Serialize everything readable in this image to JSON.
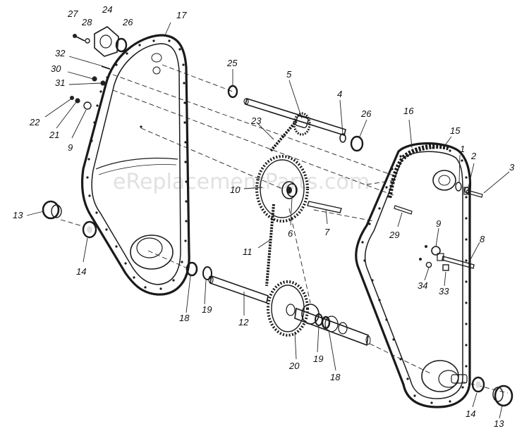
{
  "watermark": "eReplacementParts.com",
  "callouts": [
    {
      "id": "c27",
      "text": "27"
    },
    {
      "id": "c28",
      "text": "28"
    },
    {
      "id": "c24",
      "text": "24"
    },
    {
      "id": "c26a",
      "text": "26"
    },
    {
      "id": "c17",
      "text": "17"
    },
    {
      "id": "c32",
      "text": "32"
    },
    {
      "id": "c30",
      "text": "30"
    },
    {
      "id": "c31",
      "text": "31"
    },
    {
      "id": "c22",
      "text": "22"
    },
    {
      "id": "c21",
      "text": "21"
    },
    {
      "id": "c9a",
      "text": "9"
    },
    {
      "id": "c25",
      "text": "25"
    },
    {
      "id": "c5",
      "text": "5"
    },
    {
      "id": "c4",
      "text": "4"
    },
    {
      "id": "c26b",
      "text": "26"
    },
    {
      "id": "c16",
      "text": "16"
    },
    {
      "id": "c23",
      "text": "23"
    },
    {
      "id": "c15",
      "text": "15"
    },
    {
      "id": "c1",
      "text": "1"
    },
    {
      "id": "c2",
      "text": "2"
    },
    {
      "id": "c3",
      "text": "3"
    },
    {
      "id": "c10",
      "text": "10"
    },
    {
      "id": "c13a",
      "text": "13"
    },
    {
      "id": "c14a",
      "text": "14"
    },
    {
      "id": "c6",
      "text": "6"
    },
    {
      "id": "c7",
      "text": "7"
    },
    {
      "id": "c29",
      "text": "29"
    },
    {
      "id": "c9b",
      "text": "9"
    },
    {
      "id": "c8",
      "text": "8"
    },
    {
      "id": "c11",
      "text": "11"
    },
    {
      "id": "c34",
      "text": "34"
    },
    {
      "id": "c33",
      "text": "33"
    },
    {
      "id": "c18a",
      "text": "18"
    },
    {
      "id": "c19a",
      "text": "19"
    },
    {
      "id": "c12",
      "text": "12"
    },
    {
      "id": "c20",
      "text": "20"
    },
    {
      "id": "c19b",
      "text": "19"
    },
    {
      "id": "c18b",
      "text": "18"
    },
    {
      "id": "c14b",
      "text": "14"
    },
    {
      "id": "c13b",
      "text": "13"
    }
  ]
}
